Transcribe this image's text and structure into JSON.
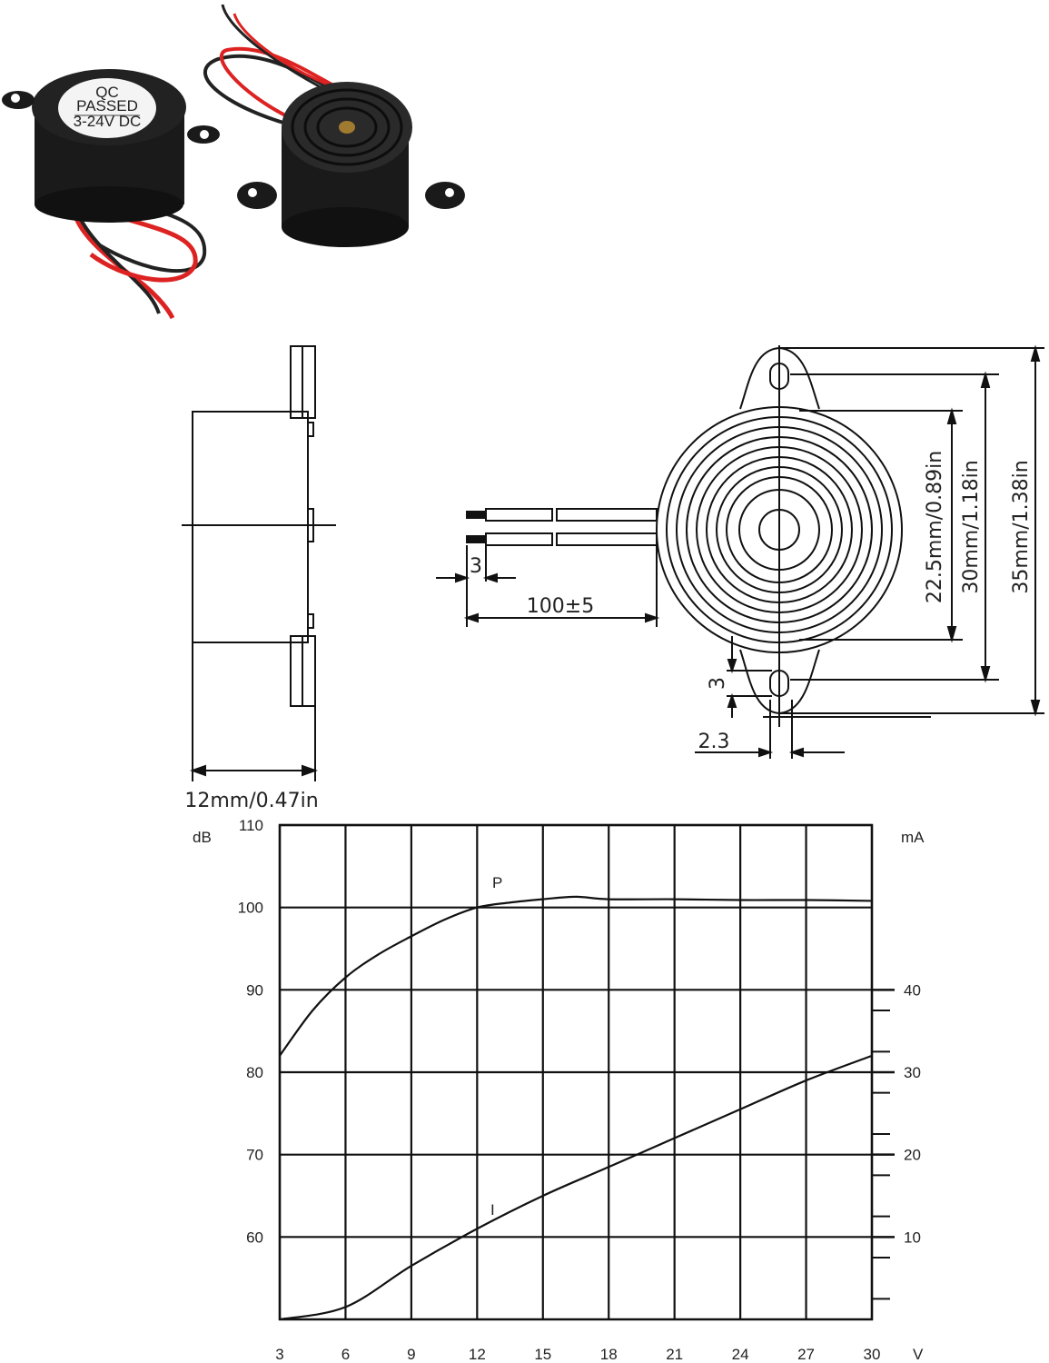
{
  "photo": {
    "label_lines": [
      "QC",
      "PASSED",
      "3-24V DC"
    ]
  },
  "drawing": {
    "side_width_label": "12mm/0.47in",
    "lead_length_label": "100±5",
    "lead_strip_label": "3",
    "ear_height_label": "3",
    "hole_diameter_label": "2.3",
    "dia_inner_label": "22.5mm/0.89in",
    "dia_mid_label": "30mm/1.18in",
    "dia_outer_label": "35mm/1.38in"
  },
  "chart_data": {
    "type": "line",
    "title": "",
    "xlabel": "V",
    "ylabel_left": "dB",
    "ylabel_right": "mA",
    "x_ticks": [
      3,
      6,
      9,
      12,
      15,
      18,
      21,
      24,
      27,
      30
    ],
    "x_tick_labels": [
      "3",
      "6",
      "9",
      "12",
      "15",
      "18",
      "21",
      "24",
      "27",
      "30"
    ],
    "xlim": [
      3,
      30
    ],
    "ylim_left": [
      50,
      110
    ],
    "y_ticks_left": [
      110,
      100,
      90,
      80,
      70,
      60
    ],
    "y_tick_labels_left": [
      "110",
      "100",
      "90",
      "80",
      "70",
      "60"
    ],
    "ylim_right": [
      0,
      60
    ],
    "y_ticks_right": [
      40,
      30,
      20,
      10
    ],
    "y_tick_labels_right": [
      "40",
      "30",
      "20",
      "10"
    ],
    "grid": true,
    "series": [
      {
        "name": "P",
        "axis": "left",
        "unit": "dB",
        "x": [
          3,
          4.5,
          6,
          7.5,
          9,
          10.5,
          12,
          13.5,
          15,
          16.5,
          18,
          21,
          24,
          27,
          30
        ],
        "y": [
          82,
          87.5,
          91.5,
          94.3,
          96.5,
          98.5,
          100,
          100.6,
          101,
          101.3,
          101,
          101,
          100.9,
          100.9,
          100.8
        ]
      },
      {
        "name": "I",
        "axis": "right",
        "unit": "mA",
        "x": [
          3,
          6,
          9,
          12,
          15,
          18,
          21,
          24,
          27,
          30
        ],
        "y": [
          0,
          1.5,
          6.5,
          11,
          15,
          18.5,
          22,
          25.5,
          29,
          32
        ]
      }
    ]
  }
}
